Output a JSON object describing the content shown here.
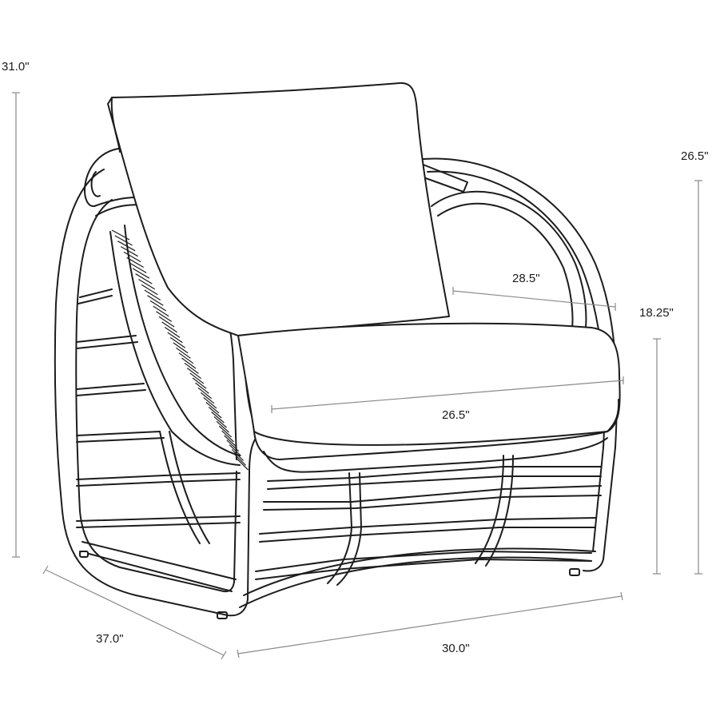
{
  "figure": "chair dimension drawing",
  "dimensions": {
    "overall_height": "31.0\"",
    "arm_height": "26.5\"",
    "seat_depth": "28.5\"",
    "seat_height": "18.25\"",
    "seat_width": "26.5\"",
    "overall_depth": "37.0\"",
    "overall_width": "30.0\""
  },
  "colors": {
    "line": "#1c1c1c",
    "dimension_line": "#8a8a8a",
    "background": "#ffffff"
  }
}
